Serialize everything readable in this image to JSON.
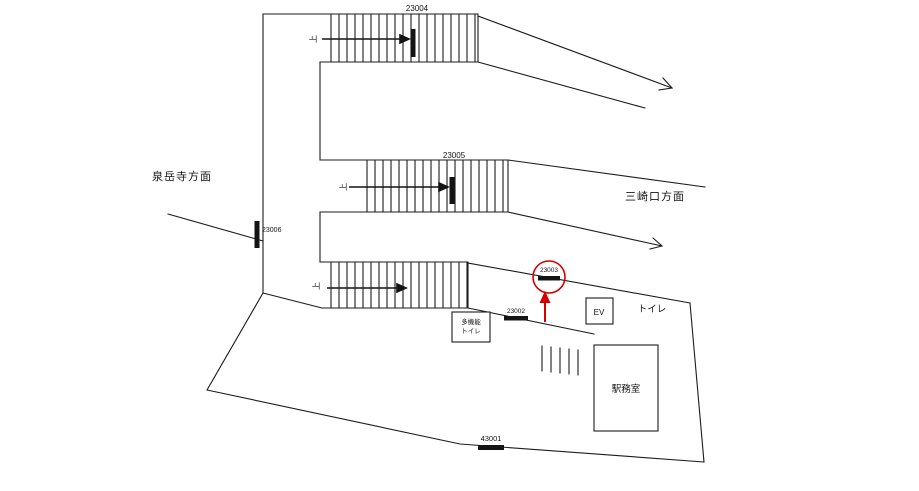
{
  "diagram": {
    "type": "station-floor-map",
    "background_color": "#ffffff",
    "line_color": "#1c1c1c",
    "sign_color": "#141414",
    "highlight_color": "#d40000",
    "directions": {
      "left": "泉岳寺方面",
      "right": "三崎口方面"
    },
    "stair_up_mark": "上",
    "signs": {
      "s23004": "23004",
      "s23005": "23005",
      "s23006": "23006",
      "s23003": "23003",
      "s23002": "23002",
      "s43001": "43001"
    },
    "rooms": {
      "elevator": "EV",
      "toilet": "トイレ",
      "station_office": "駅務室",
      "accessible_toilet_line1": "多機能",
      "accessible_toilet_line2": "トイレ"
    },
    "highlight": {
      "target_sign": "23003"
    }
  }
}
